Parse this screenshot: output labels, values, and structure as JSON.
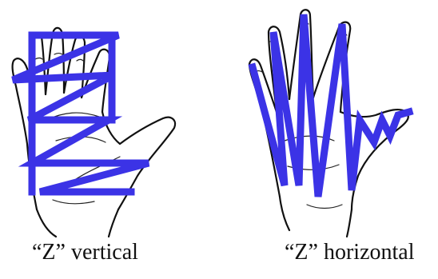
{
  "captions": {
    "left": "“Z” vertical",
    "right": "“Z” horizontal"
  },
  "colors": {
    "tape": "#3b33e6",
    "outline": "#111111",
    "background": "#ffffff"
  },
  "figures": [
    {
      "name": "left-hand",
      "pattern": "Z vertical"
    },
    {
      "name": "right-hand",
      "pattern": "Z horizontal"
    }
  ]
}
